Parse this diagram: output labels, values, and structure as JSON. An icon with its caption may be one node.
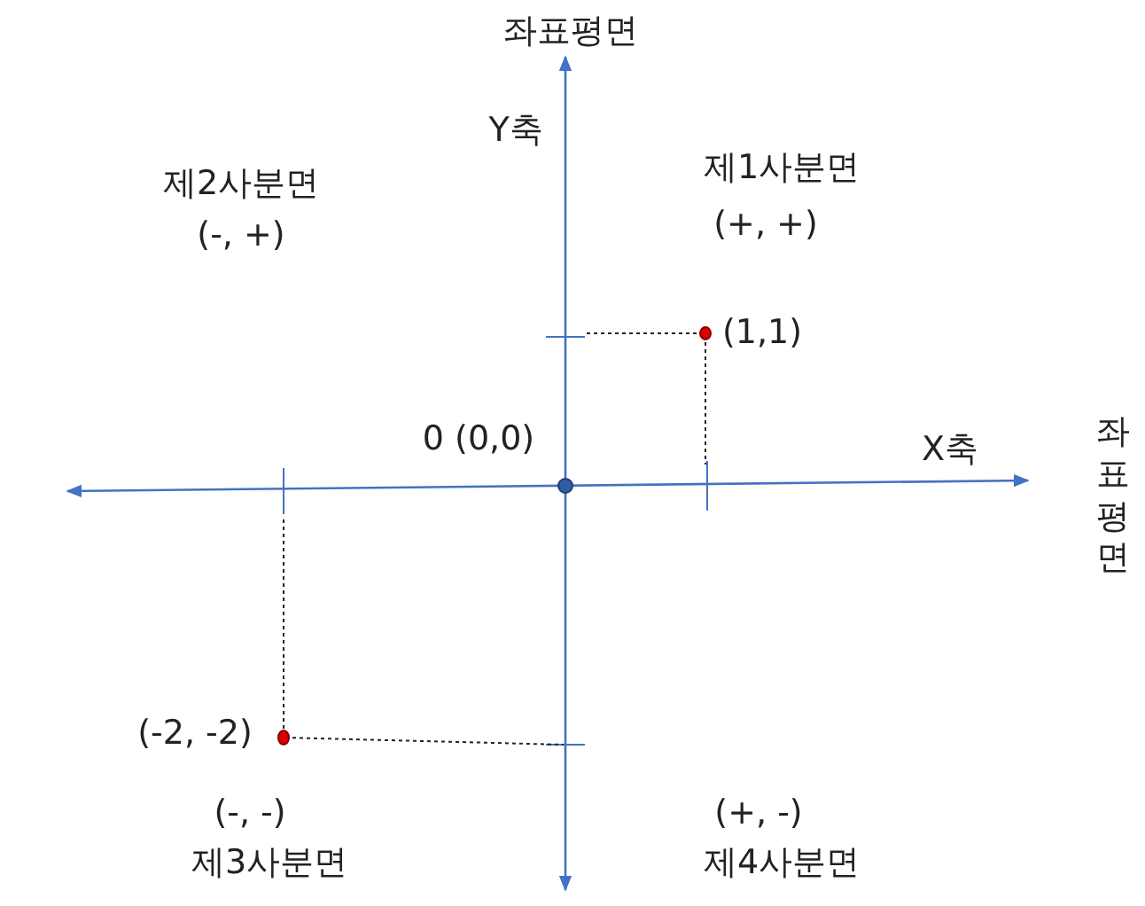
{
  "diagram": {
    "title": "좌표평면",
    "labels": [
      "Y축",
      "제2사분면",
      "(-,  +)",
      "제1사분면",
      "(+,  +)",
      "(1,1)",
      "0 (0,0)",
      "X축",
      "좌표평면",
      "(-2, -2)",
      "(-, -)",
      "(+, -)",
      "제3사분면",
      "제4사분면"
    ]
  }
}
